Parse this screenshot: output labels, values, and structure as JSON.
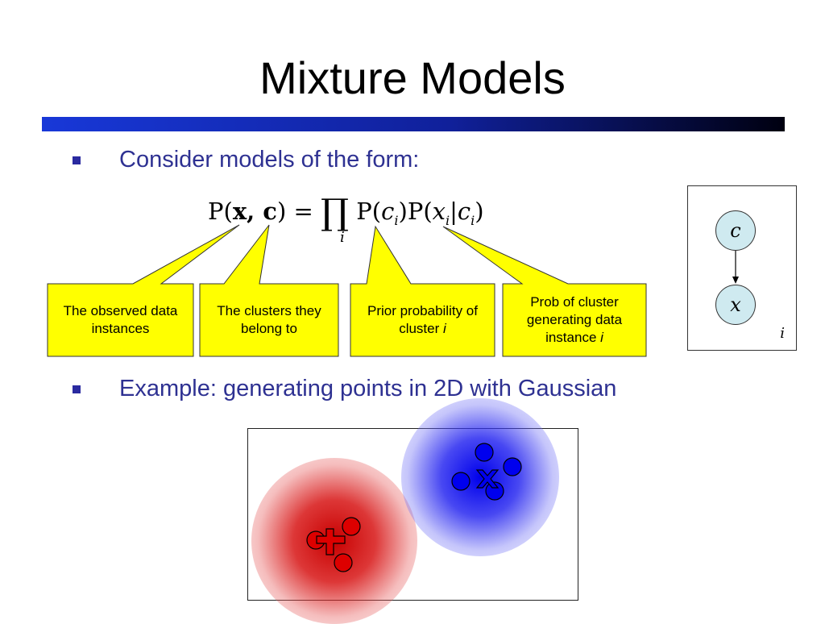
{
  "slide": {
    "title": "Mixture Models",
    "bullets": [
      "Consider models of the form:",
      "Example: generating points in 2D with Gaussian"
    ]
  },
  "formula": {
    "lhs_p": "P(",
    "lhs_vars": "x, c",
    "eq": ") = ",
    "prod": "∏",
    "prod_index": "i",
    "term1_p": "P(",
    "term1_var": "c",
    "term1_sub": "i",
    "term1_close": ")",
    "term2_p": "P(",
    "term2_var_x": "x",
    "term2_sub_x": "i",
    "term2_bar": "|",
    "term2_var_c": "c",
    "term2_sub_c": "i",
    "term2_close": ")"
  },
  "callouts": [
    {
      "text": "The observed data instances"
    },
    {
      "text": "The clusters they belong to"
    },
    {
      "text_pre": "Prior probability of cluster ",
      "text_var": "i"
    },
    {
      "text_pre": "Prob of cluster generating data instance ",
      "text_var": "i"
    }
  ],
  "graphical_model": {
    "node_top": "c",
    "node_bottom": "x",
    "plate_label": "i"
  },
  "colors": {
    "callout_fill": "#ffff00",
    "bullet_text": "#2e3192",
    "node_fill": "#cfeaf0",
    "cluster_red": "#dd0000",
    "cluster_blue": "#0000ee"
  }
}
